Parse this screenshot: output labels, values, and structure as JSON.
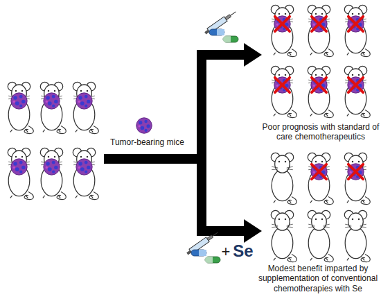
{
  "diagram": {
    "labels": [
      "Tumor-bearing mice",
      "+",
      "Se",
      "Poor prognosis with standard of care chemotherapeutics",
      "Modest benefit imparted by supplementation of conventional chemotherapies with Se"
    ]
  }
}
